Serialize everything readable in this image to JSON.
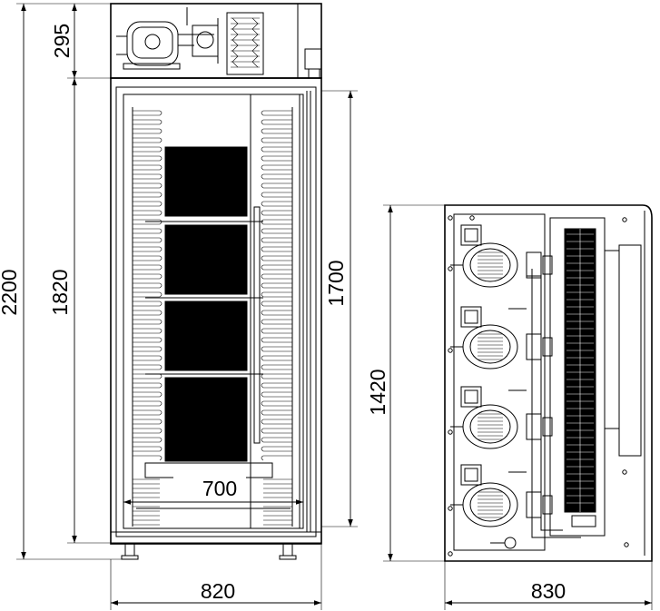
{
  "dimensions": {
    "compressor_height": "295",
    "total_height": "2200",
    "cabinet_height": "1820",
    "door_height": "1700",
    "inner_width": "700",
    "front_width": "820",
    "side_depth": "830",
    "side_height": "1420"
  }
}
